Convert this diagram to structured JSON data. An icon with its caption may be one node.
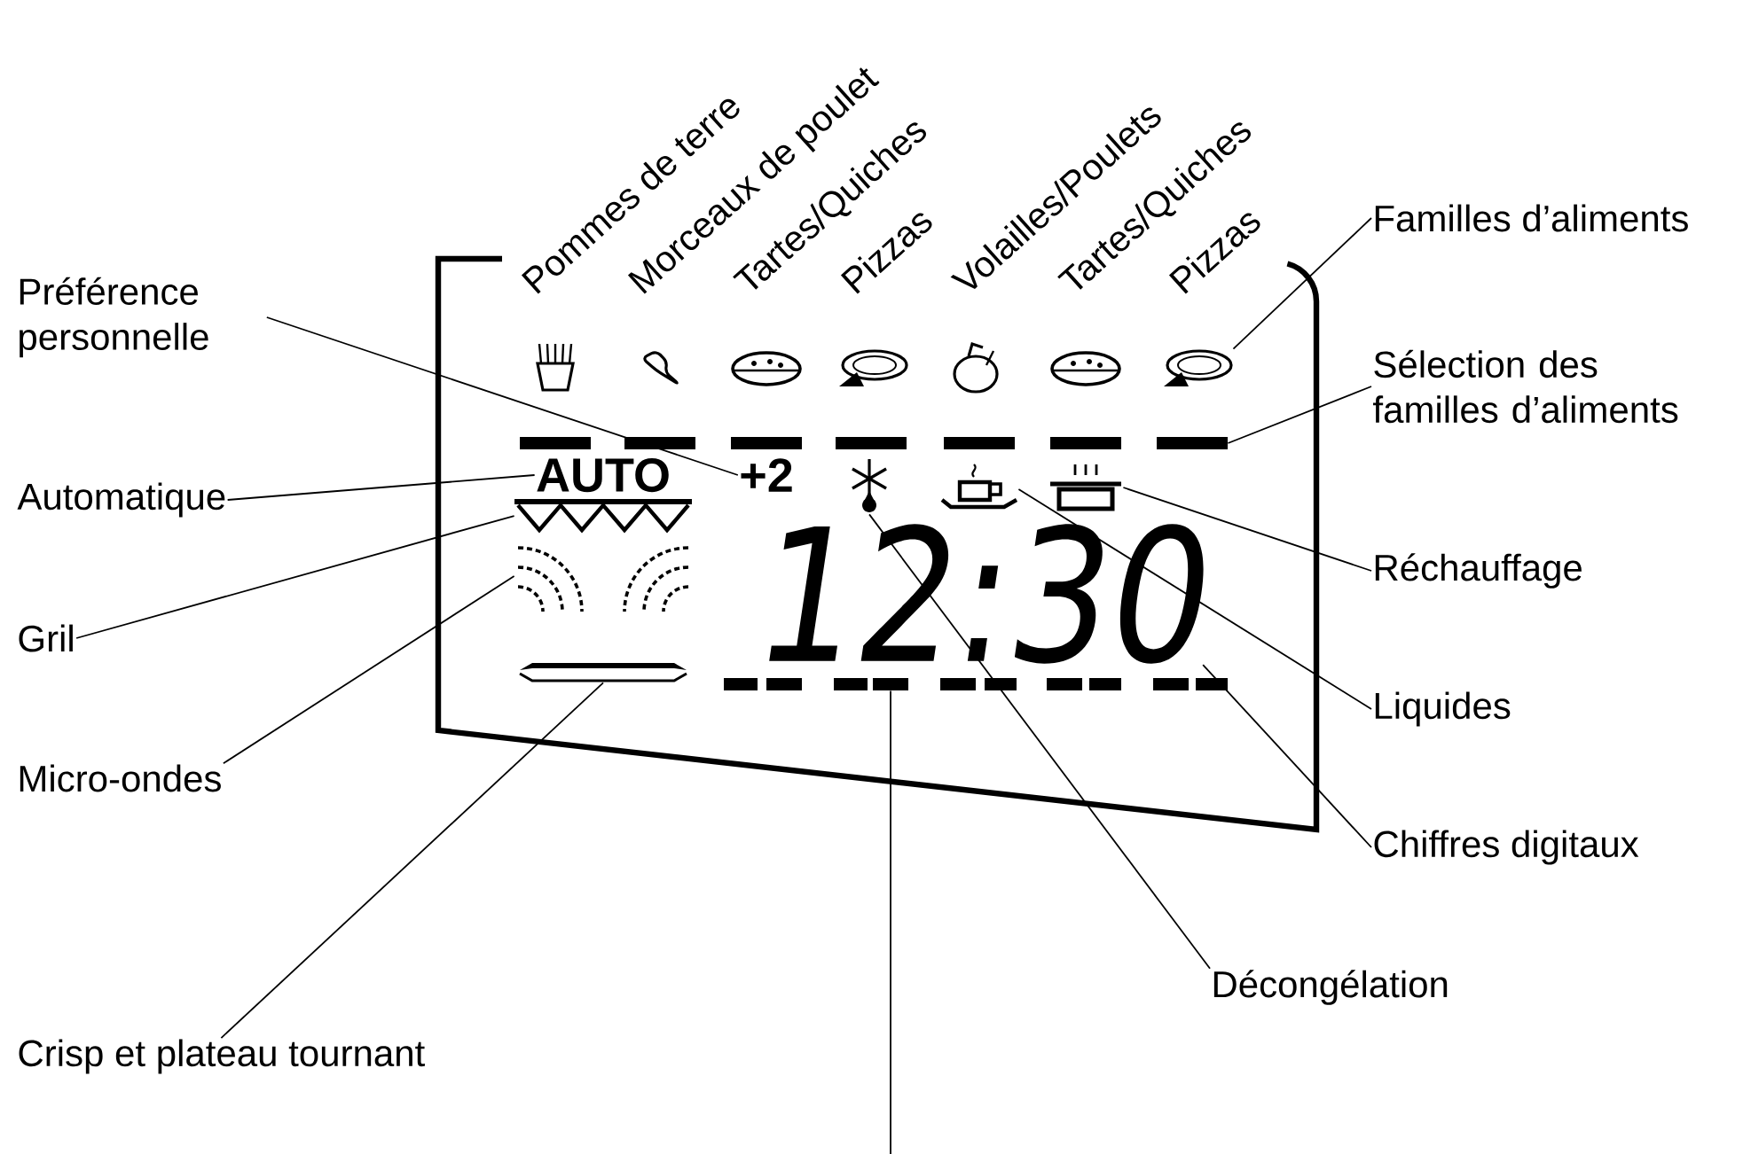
{
  "diagram": {
    "nodes": [
      {
        "text": [
          "Préférence personnelle"
        ]
      },
      {
        "text": [
          "Automatique"
        ]
      },
      {
        "text": [
          "Gril"
        ]
      },
      {
        "text": [
          "Micro-ondes"
        ]
      },
      {
        "text": [
          "Crisp et plateau tournant"
        ]
      },
      {
        "text": [
          "Familles d’aliments"
        ]
      },
      {
        "text": [
          "Sélection des familles d’aliments"
        ]
      },
      {
        "text": [
          "Réchauffage"
        ]
      },
      {
        "text": [
          "Liquides"
        ]
      },
      {
        "text": [
          "Chiffres digitaux"
        ]
      },
      {
        "text": [
          "Décongélation"
        ]
      },
      {
        "text": [
          "+2"
        ]
      },
      {
        "text": [
          "AUTO"
        ]
      },
      {
        "text": [],
        "shape": "zigzag"
      },
      {
        "text": [],
        "shape": "waves"
      },
      {
        "text": [],
        "shape": "tray"
      },
      {
        "text": [],
        "shape": "picture"
      },
      {
        "text": [],
        "shape": "bar"
      },
      {
        "text": [],
        "shape": "picture"
      },
      {
        "text": [],
        "shape": "picture"
      },
      {
        "text": [
          "12:30"
        ]
      },
      {
        "text": [],
        "shape": "picture"
      },
      {
        "text": [],
        "shape": "bar"
      }
    ],
    "edges": [
      {
        "from": 0,
        "to": 11,
        "arrow": "none"
      },
      {
        "from": 1,
        "to": 12,
        "arrow": "none"
      },
      {
        "from": 2,
        "to": 13,
        "arrow": "none"
      },
      {
        "from": 3,
        "to": 14,
        "arrow": "none"
      },
      {
        "from": 4,
        "to": 15,
        "arrow": "none"
      },
      {
        "from": 5,
        "to": 16,
        "arrow": "none"
      },
      {
        "from": 6,
        "to": 17,
        "arrow": "none"
      },
      {
        "from": 7,
        "to": 18,
        "arrow": "none"
      },
      {
        "from": 8,
        "to": 19,
        "arrow": "none"
      },
      {
        "from": 9,
        "to": 20,
        "arrow": "none"
      },
      {
        "from": 10,
        "to": 21,
        "arrow": "none"
      },
      {
        "from": 22,
        "to": null,
        "arrow": "none"
      }
    ],
    "labels": [
      "Pommes de terre",
      "Morceaux de poulet",
      "Tartes/Quiches",
      "Pizzas",
      "Volailles/Poulets",
      "Tartes/Quiches",
      "Pizzas"
    ]
  }
}
